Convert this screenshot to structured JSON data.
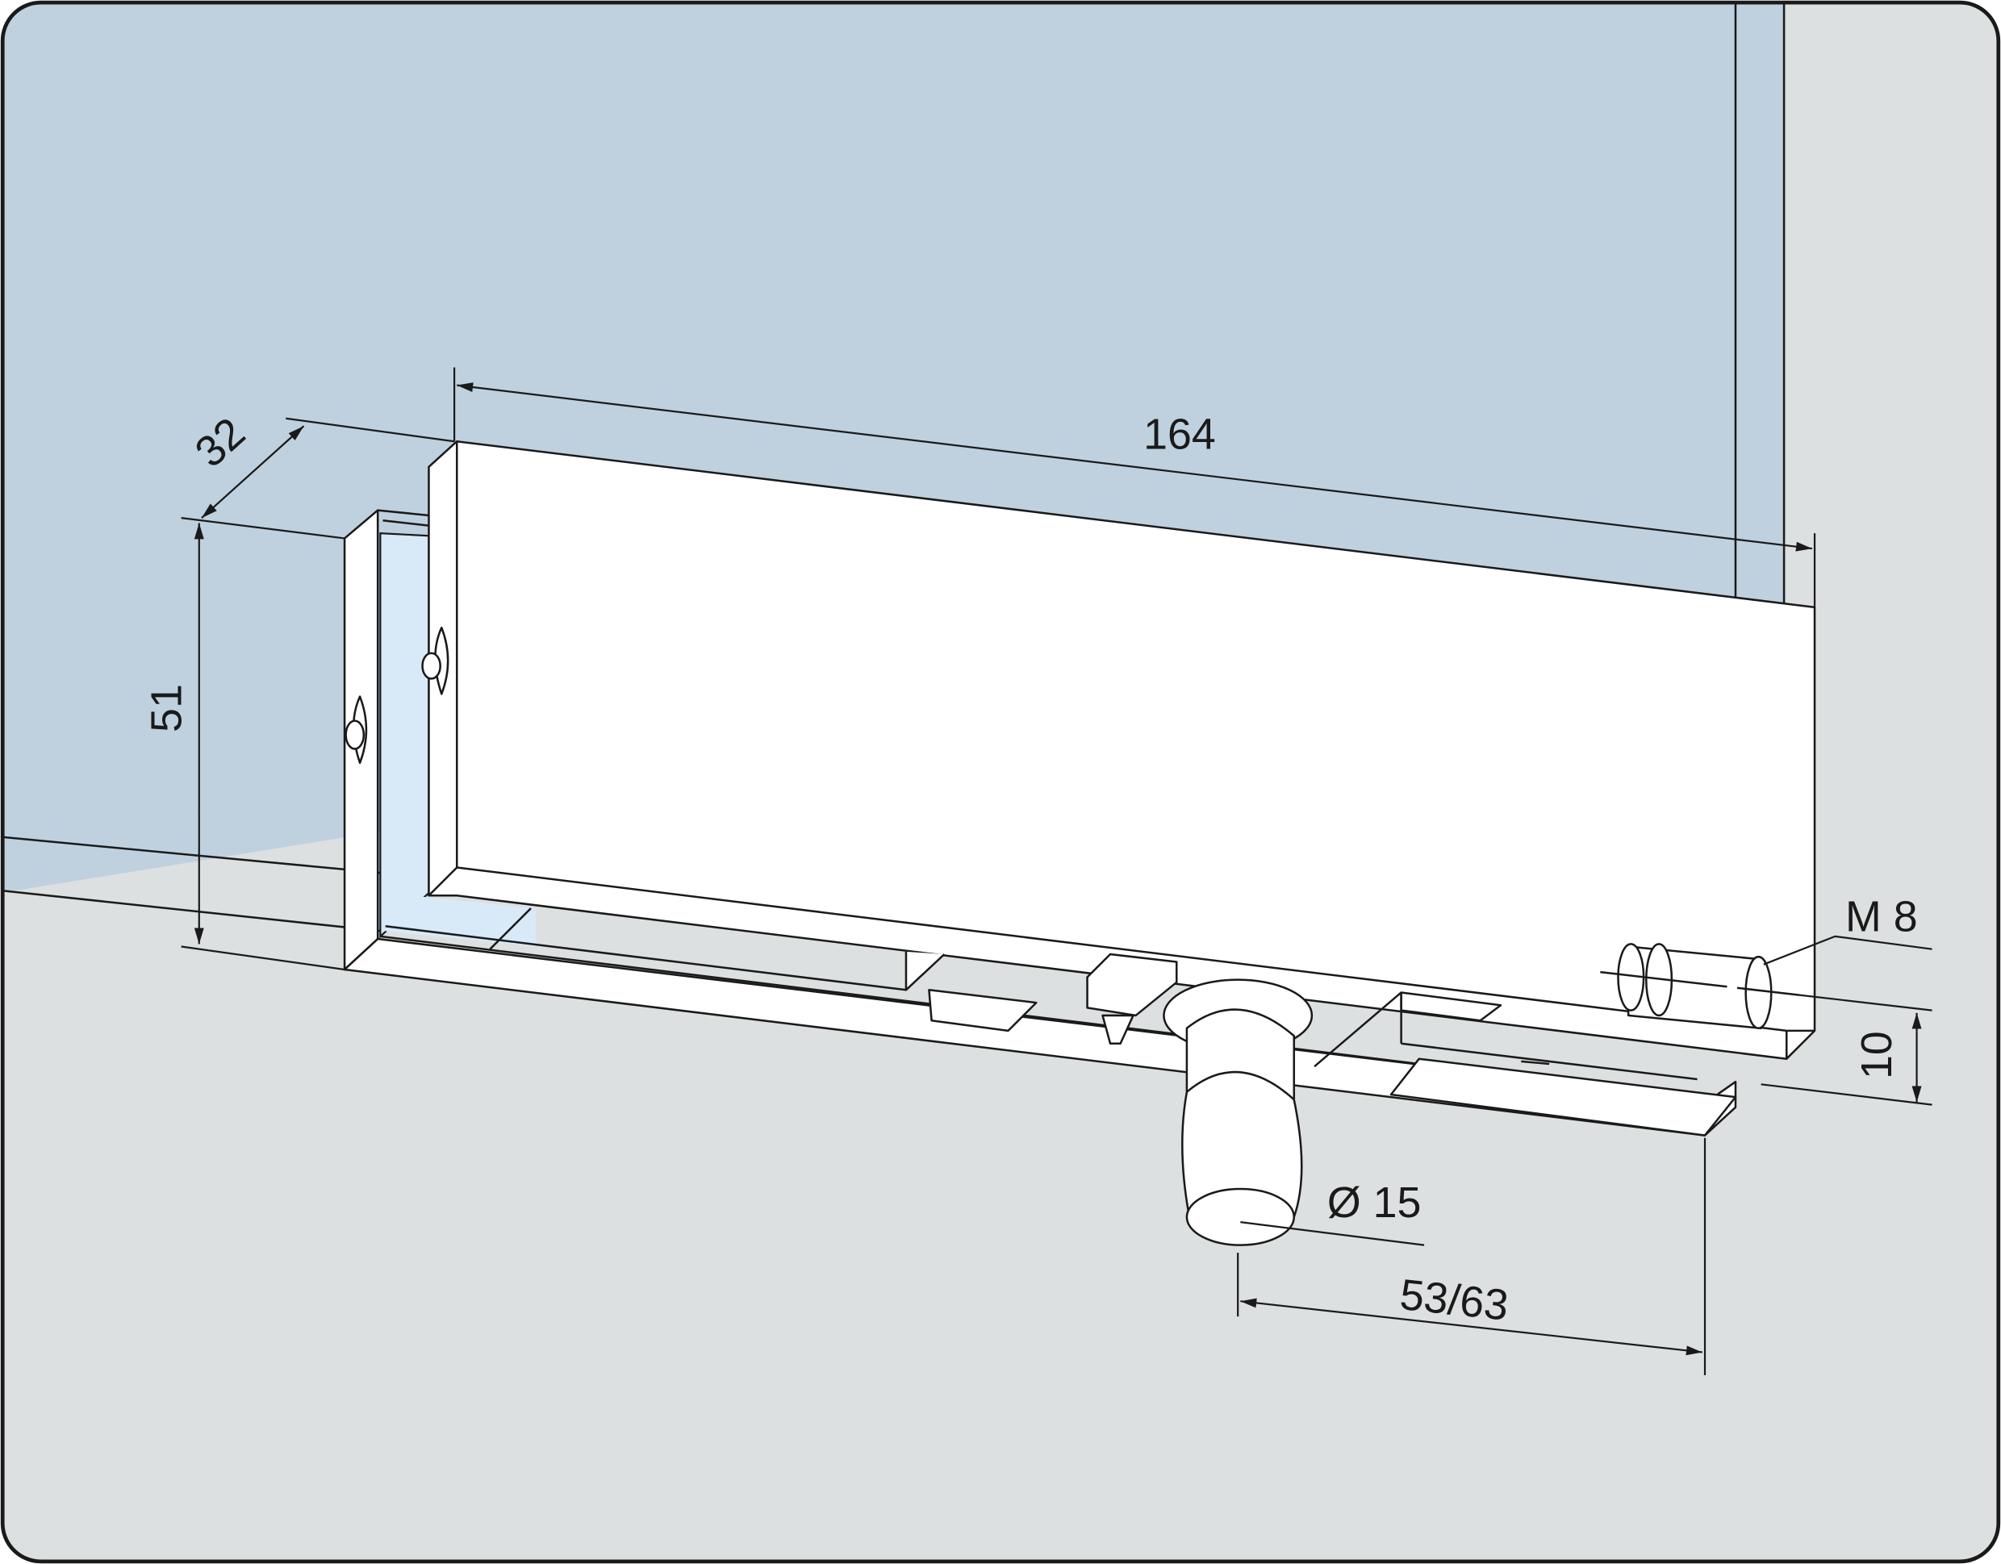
{
  "drawing": {
    "title": "Glass door floor patch fitting - dimension drawing",
    "colors": {
      "glass": "#bfd1de",
      "floor": "#dde0e0",
      "glass_edge": "#d8e9f7",
      "part": "#ffffff",
      "line": "#1a1a1a"
    },
    "dimensions": {
      "length": "164",
      "depth": "32",
      "height": "51",
      "thread": "M 8",
      "thread_offset": "10",
      "pivot_diameter": "Ø 15",
      "pivot_offset": "53/63"
    }
  }
}
